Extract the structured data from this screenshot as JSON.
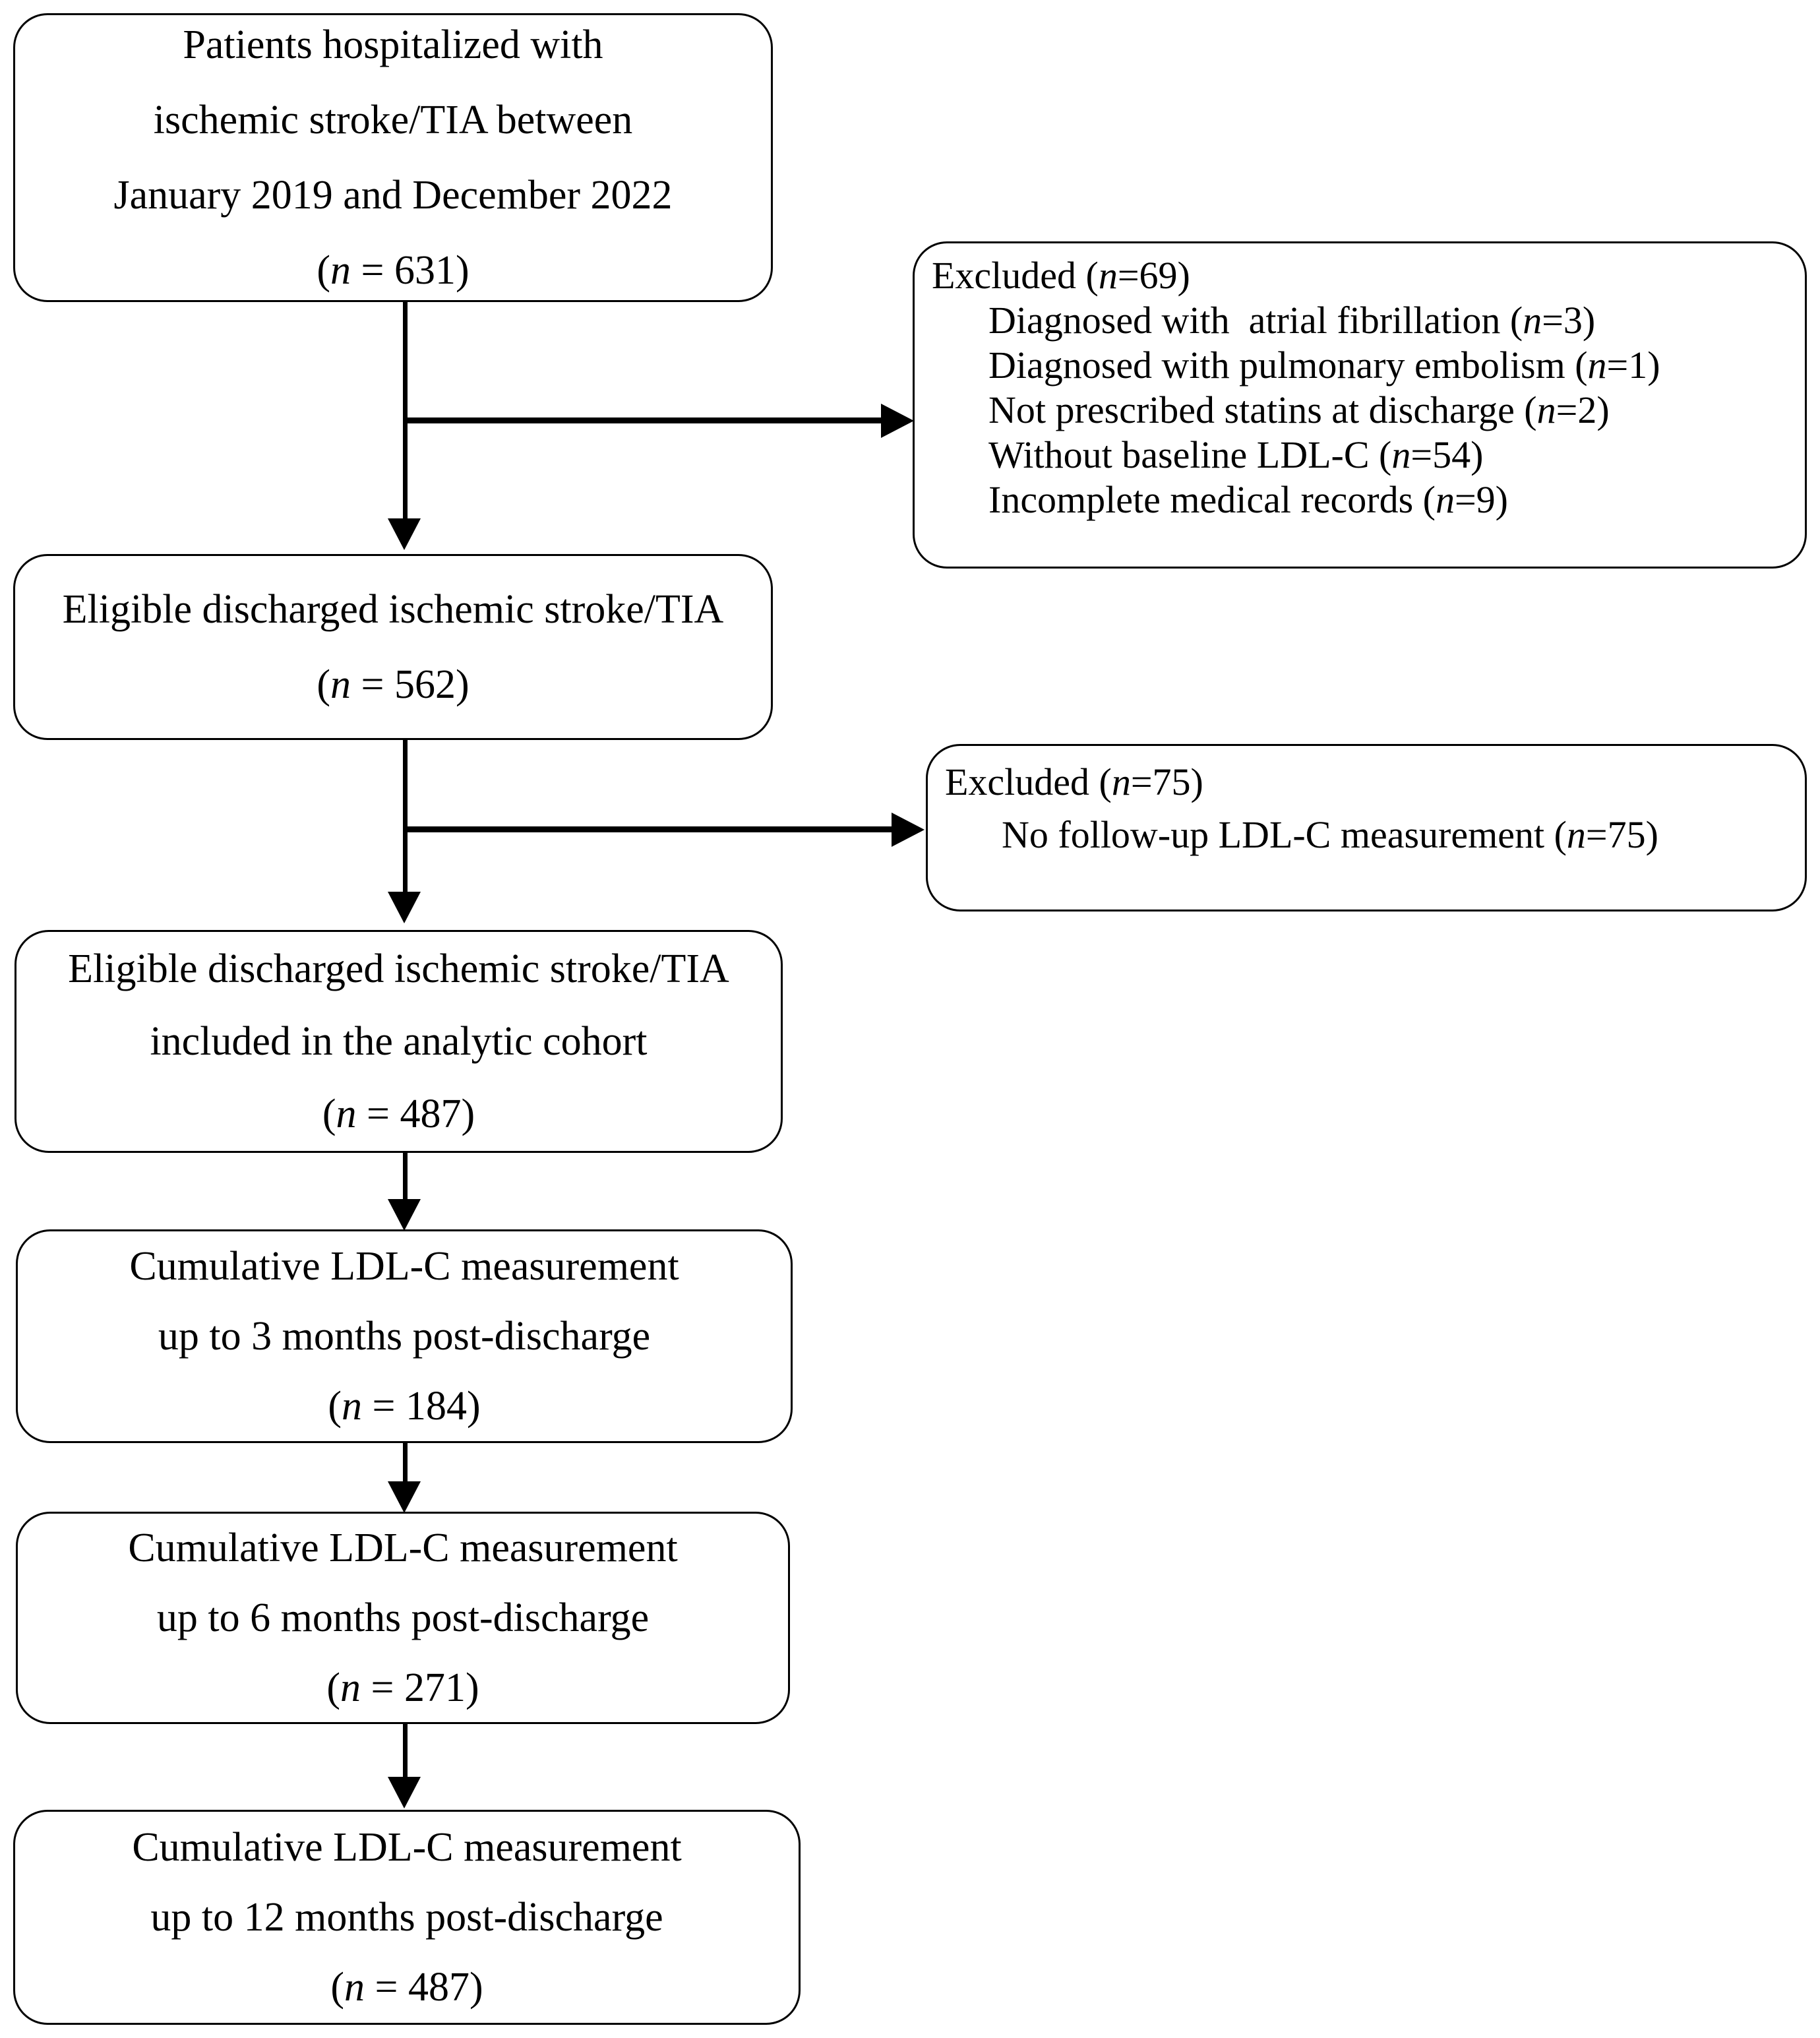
{
  "diagram": {
    "title": "Patient selection flow diagram",
    "stroke_color": "#000000",
    "background_color": "#ffffff"
  },
  "boxes": {
    "enrolled": {
      "name": "enrolled-cohort-box",
      "lines": [
        "Patients hospitalized with",
        "ischemic stroke/TIA between",
        "January 2019 and December 2022"
      ],
      "count_prefix": "(",
      "count_italic": "n",
      "count_value": " = 631)"
    },
    "eligible": {
      "name": "eligible-discharged-box",
      "lines": [
        "Eligible discharged ischemic stroke/TIA"
      ],
      "count_prefix": "(",
      "count_italic": "n",
      "count_value": " = 562)"
    },
    "cohort": {
      "name": "analytic-cohort-box",
      "lines": [
        "Eligible discharged ischemic stroke/TIA",
        "included in the analytic cohort"
      ],
      "count_prefix": "(",
      "count_italic": "n",
      "count_value": " = 487)"
    },
    "month3": {
      "name": "cumulative-ldlc-3-months-box",
      "lines": [
        "Cumulative LDL-C measurement",
        "up to 3 months post-discharge"
      ],
      "count_prefix": "(",
      "count_italic": "n",
      "count_value": " = 184)"
    },
    "month6": {
      "name": "cumulative-ldlc-6-months-box",
      "lines": [
        "Cumulative LDL-C measurement",
        "up to 6 months post-discharge"
      ],
      "count_prefix": "(",
      "count_italic": "n",
      "count_value": " = 271)"
    },
    "month12": {
      "name": "cumulative-ldlc-12-months-box",
      "lines": [
        "Cumulative LDL-C measurement",
        "up to 12 months post-discharge"
      ],
      "count_prefix": "(",
      "count_italic": "n",
      "count_value": " = 487)"
    }
  },
  "exclusions": {
    "first": {
      "name": "exclusion-box-1",
      "header_label": "Excluded (",
      "header_italic": "n",
      "header_value": "=69)",
      "reasons": [
        {
          "label": "Diagnosed with  atrial fibrillation (",
          "italic": "n",
          "value": "=3)"
        },
        {
          "label": "Diagnosed with pulmonary embolism (",
          "italic": "n",
          "value": "=1)"
        },
        {
          "label": "Not prescribed statins at discharge (",
          "italic": "n",
          "value": "=2)"
        },
        {
          "label": "Without baseline LDL-C (",
          "italic": "n",
          "value": "=54)"
        },
        {
          "label": "Incomplete medical records (",
          "italic": "n",
          "value": "=9)"
        }
      ]
    },
    "second": {
      "name": "exclusion-box-2",
      "header_label": "Excluded (",
      "header_italic": "n",
      "header_value": "=75)",
      "reasons": [
        {
          "label": "No follow-up LDL-C measurement (",
          "italic": "n",
          "value": "=75)"
        }
      ]
    }
  }
}
